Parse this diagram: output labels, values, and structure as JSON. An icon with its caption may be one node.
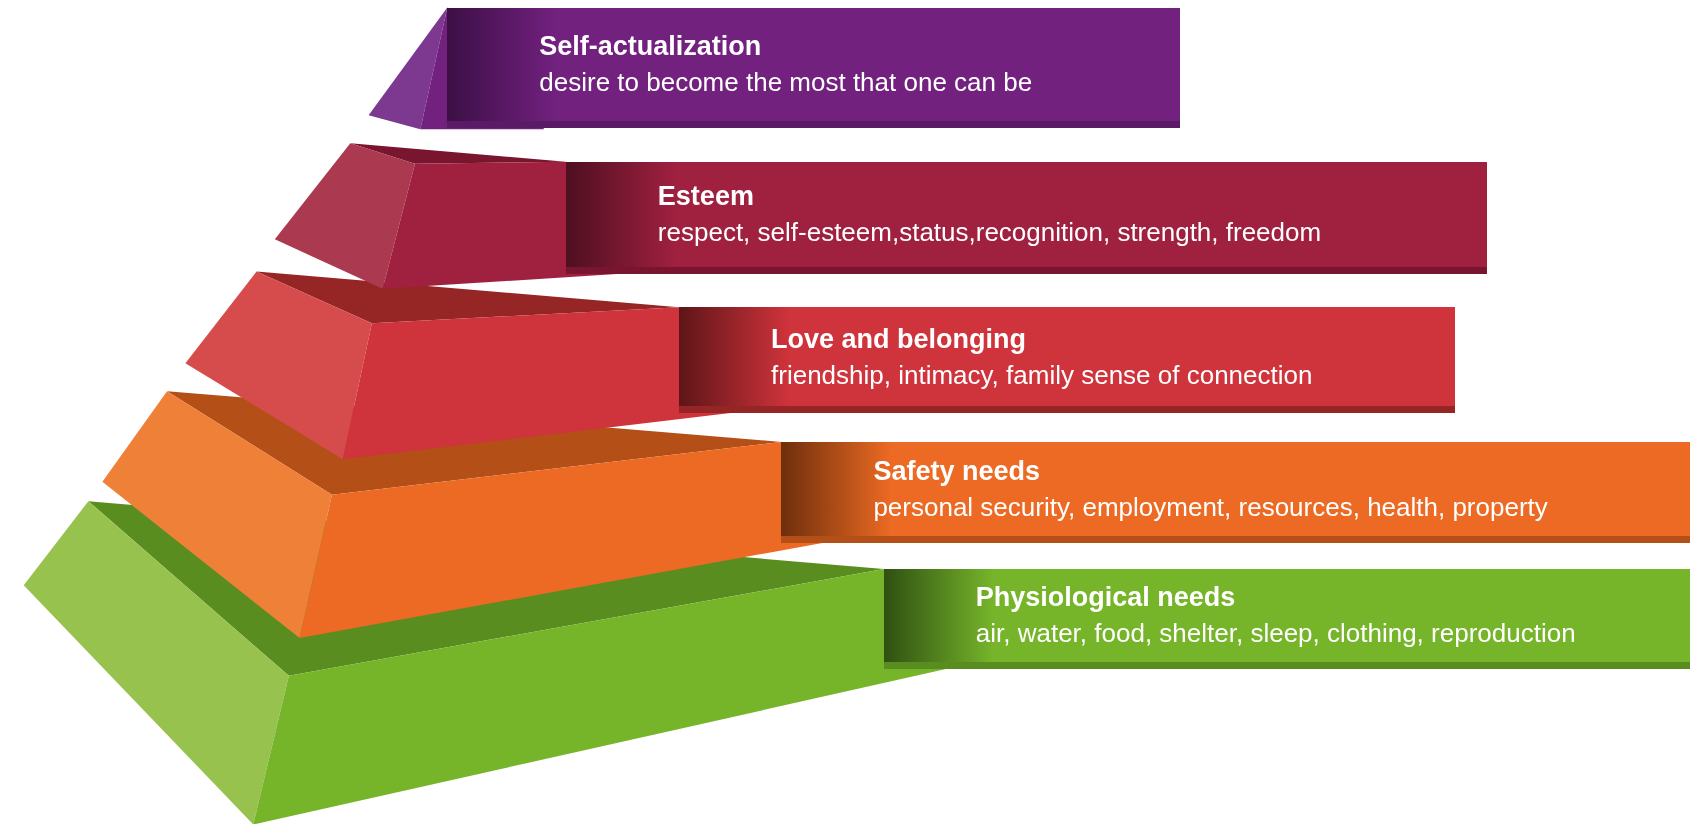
{
  "diagram": {
    "nodes": [
      {
        "text": [
          "Self-actualization",
          "desire to become the most that one can be"
        ]
      },
      {
        "text": [
          "Esteem",
          "respect, self-esteem,status,recognition, strength, freedom"
        ]
      },
      {
        "text": [
          "Love and belonging",
          "friendship, intimacy, family sense of connection"
        ]
      },
      {
        "text": [
          "Safety needs",
          "personal security, employment, resources, health, property"
        ]
      },
      {
        "text": [
          "Physiological needs",
          "air, water, food, shelter, sleep, clothing, reproduction"
        ]
      }
    ]
  }
}
